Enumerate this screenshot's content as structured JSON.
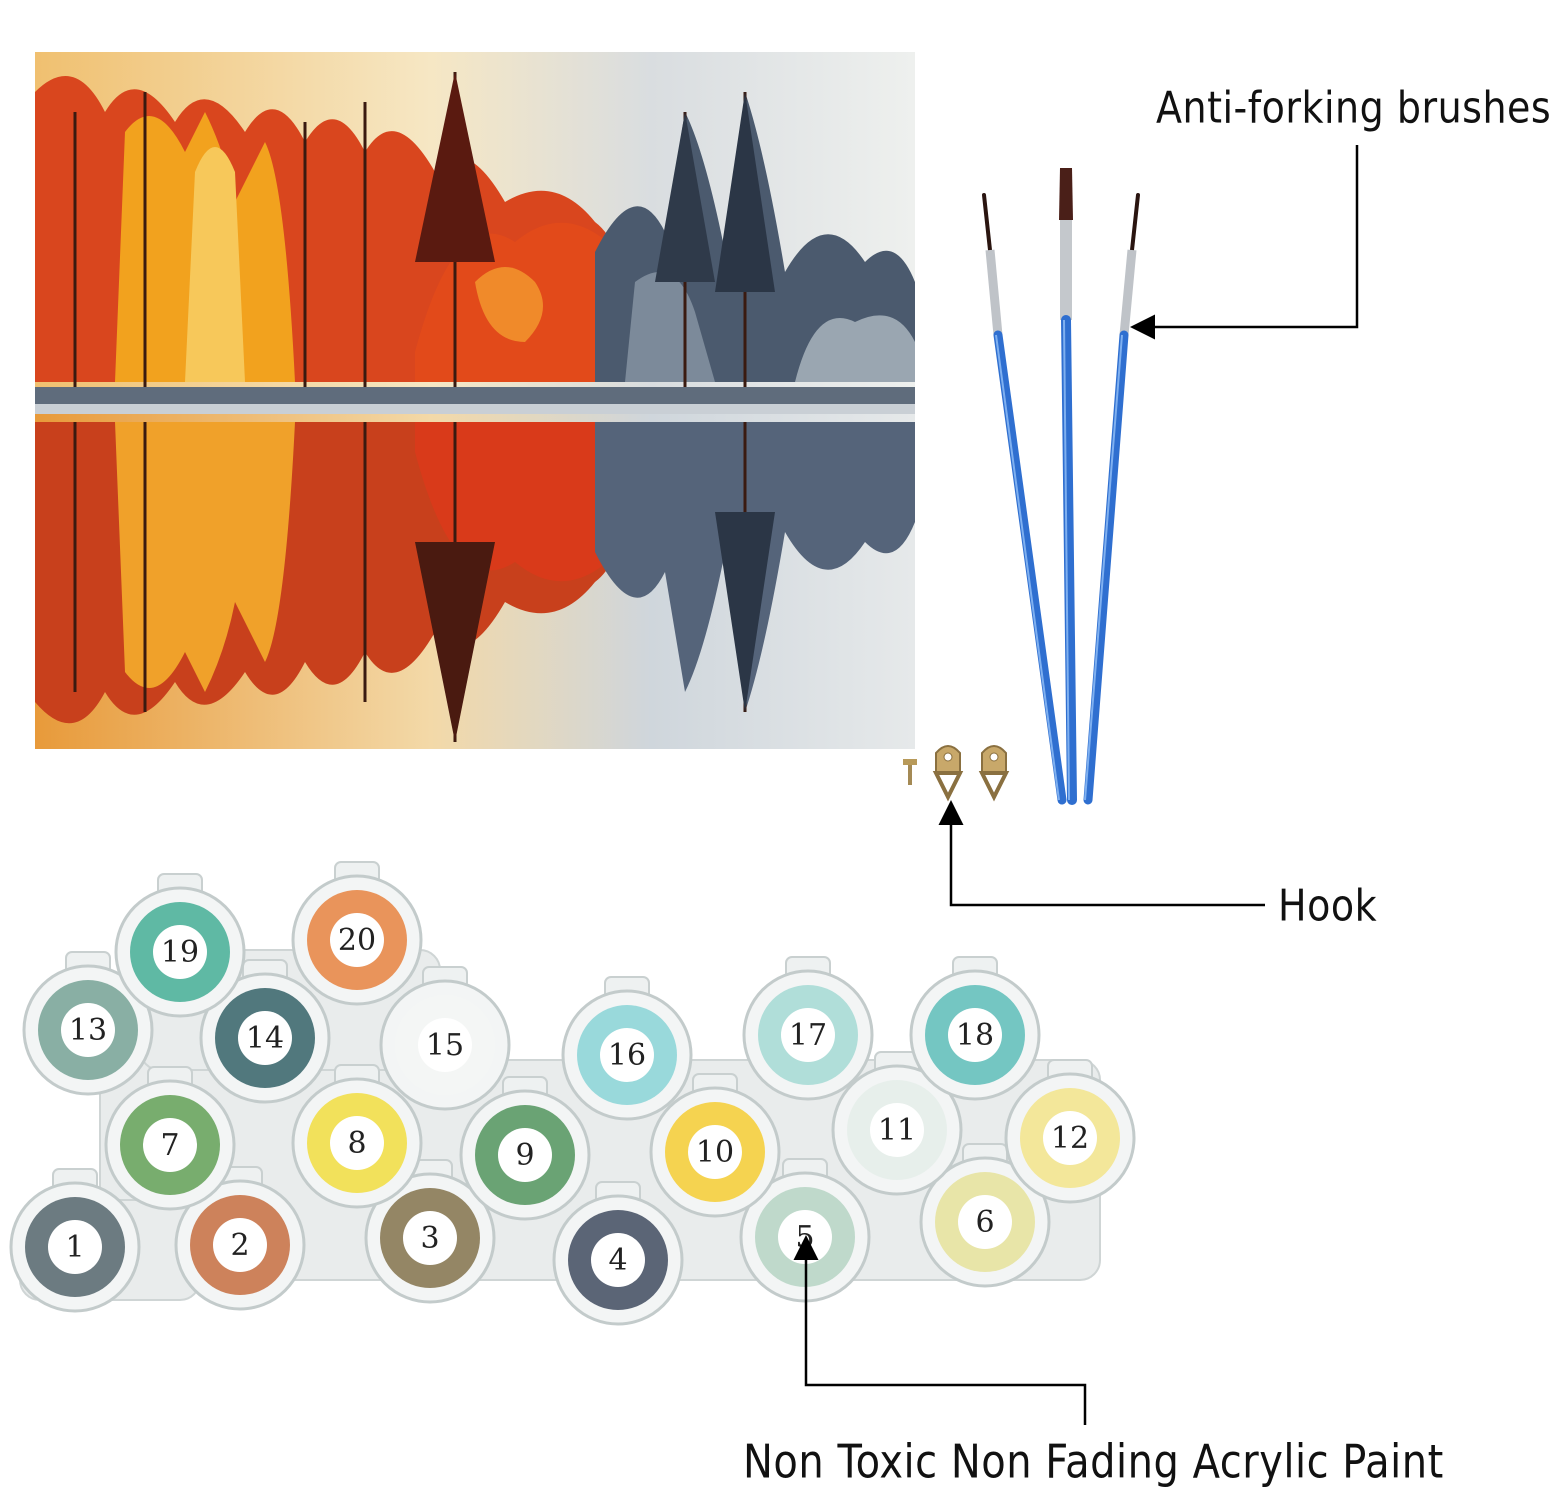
{
  "callouts": {
    "brushes": "Anti-forking brushes",
    "hook": "Hook",
    "paint": "Non Toxic Non Fading Acrylic Paint"
  },
  "pots": [
    {
      "n": "1",
      "color": "#5d6e74"
    },
    {
      "n": "2",
      "color": "#c9764a"
    },
    {
      "n": "3",
      "color": "#8a7a55"
    },
    {
      "n": "4",
      "color": "#4a5568"
    },
    {
      "n": "5",
      "color": "#b9d6c7"
    },
    {
      "n": "6",
      "color": "#e7e3a0"
    },
    {
      "n": "7",
      "color": "#6aa55f"
    },
    {
      "n": "8",
      "color": "#f2df4a"
    },
    {
      "n": "9",
      "color": "#5b9a66"
    },
    {
      "n": "10",
      "color": "#f5cf3e"
    },
    {
      "n": "11",
      "color": "#e6eeea"
    },
    {
      "n": "12",
      "color": "#f3e690"
    },
    {
      "n": "13",
      "color": "#7da79b"
    },
    {
      "n": "14",
      "color": "#3f6a70"
    },
    {
      "n": "15",
      "color": "#f4f6f5"
    },
    {
      "n": "16",
      "color": "#8fd6d8"
    },
    {
      "n": "17",
      "color": "#a9dcd6"
    },
    {
      "n": "18",
      "color": "#66c1bc"
    },
    {
      "n": "19",
      "color": "#4fb39b"
    },
    {
      "n": "20",
      "color": "#e88a4a"
    }
  ]
}
